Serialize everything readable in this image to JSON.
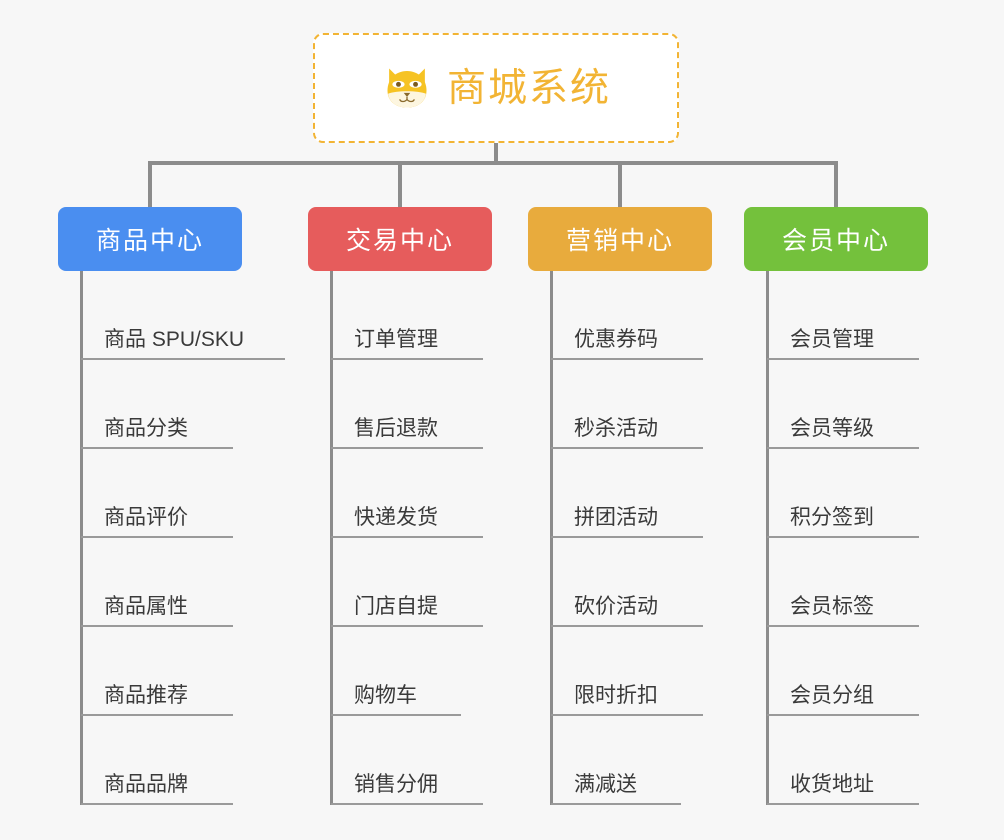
{
  "canvas": {
    "background_color": "#f7f7f7",
    "line_color": "#8c8c8c"
  },
  "root": {
    "title": "商城系统",
    "emoji_name": "shiba-dog-face-emoji",
    "text_color": "#f2b434",
    "border_color": "#f2b434",
    "background_color": "#ffffff"
  },
  "branches": [
    {
      "id": "product-center",
      "title": "商品中心",
      "color": "#4a8ef0",
      "items": [
        "商品 SPU/SKU",
        "商品分类",
        "商品评价",
        "商品属性",
        "商品推荐",
        "商品品牌"
      ]
    },
    {
      "id": "trade-center",
      "title": "交易中心",
      "color": "#e65c5c",
      "items": [
        "订单管理",
        "售后退款",
        "快递发货",
        "门店自提",
        "购物车",
        "销售分佣"
      ]
    },
    {
      "id": "marketing-center",
      "title": "营销中心",
      "color": "#e8ab3d",
      "items": [
        "优惠券码",
        "秒杀活动",
        "拼团活动",
        "砍价活动",
        "限时折扣",
        "满减送"
      ]
    },
    {
      "id": "member-center",
      "title": "会员中心",
      "color": "#74c13c",
      "items": [
        "会员管理",
        "会员等级",
        "积分签到",
        "会员标签",
        "会员分组",
        "收货地址"
      ]
    }
  ]
}
